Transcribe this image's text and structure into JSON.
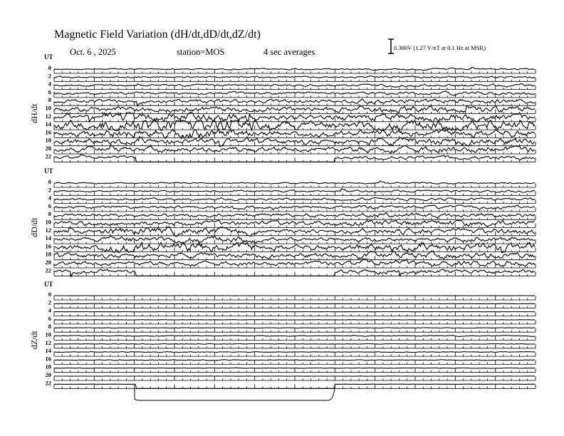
{
  "chart_data": {
    "type": "line",
    "title": "Magnetic Field Variation (dH/dt,dD/dt,dZ/dt)",
    "date": "Oct. 6  , 2025",
    "station": "station=MOS",
    "averaging": "4 sec averages",
    "scale_label": "0.300V (1.27 V/nT at 0.1 Hz at MSR)",
    "time_axis_label": "UT",
    "row_labels": [
      "0",
      "2",
      "4",
      "6",
      "8",
      "10",
      "12",
      "14",
      "16",
      "18",
      "20",
      "22"
    ],
    "panels": [
      {
        "name": "dH/dt",
        "activity": [
          0.4,
          0.5,
          0.6,
          0.7,
          1.0,
          1.4,
          1.5,
          2.2,
          1.6,
          1.6,
          1.4,
          0.8
        ]
      },
      {
        "name": "dD/dt",
        "activity": [
          0.4,
          0.5,
          0.6,
          0.8,
          1.0,
          1.3,
          1.2,
          1.0,
          1.6,
          1.4,
          1.2,
          1.0
        ]
      },
      {
        "name": "dZ/dt",
        "activity": [
          0.05,
          0.05,
          0.05,
          0.08,
          0.1,
          0.2,
          0.1,
          0.15,
          0.15,
          0.1,
          0.05,
          0.05
        ]
      }
    ]
  }
}
